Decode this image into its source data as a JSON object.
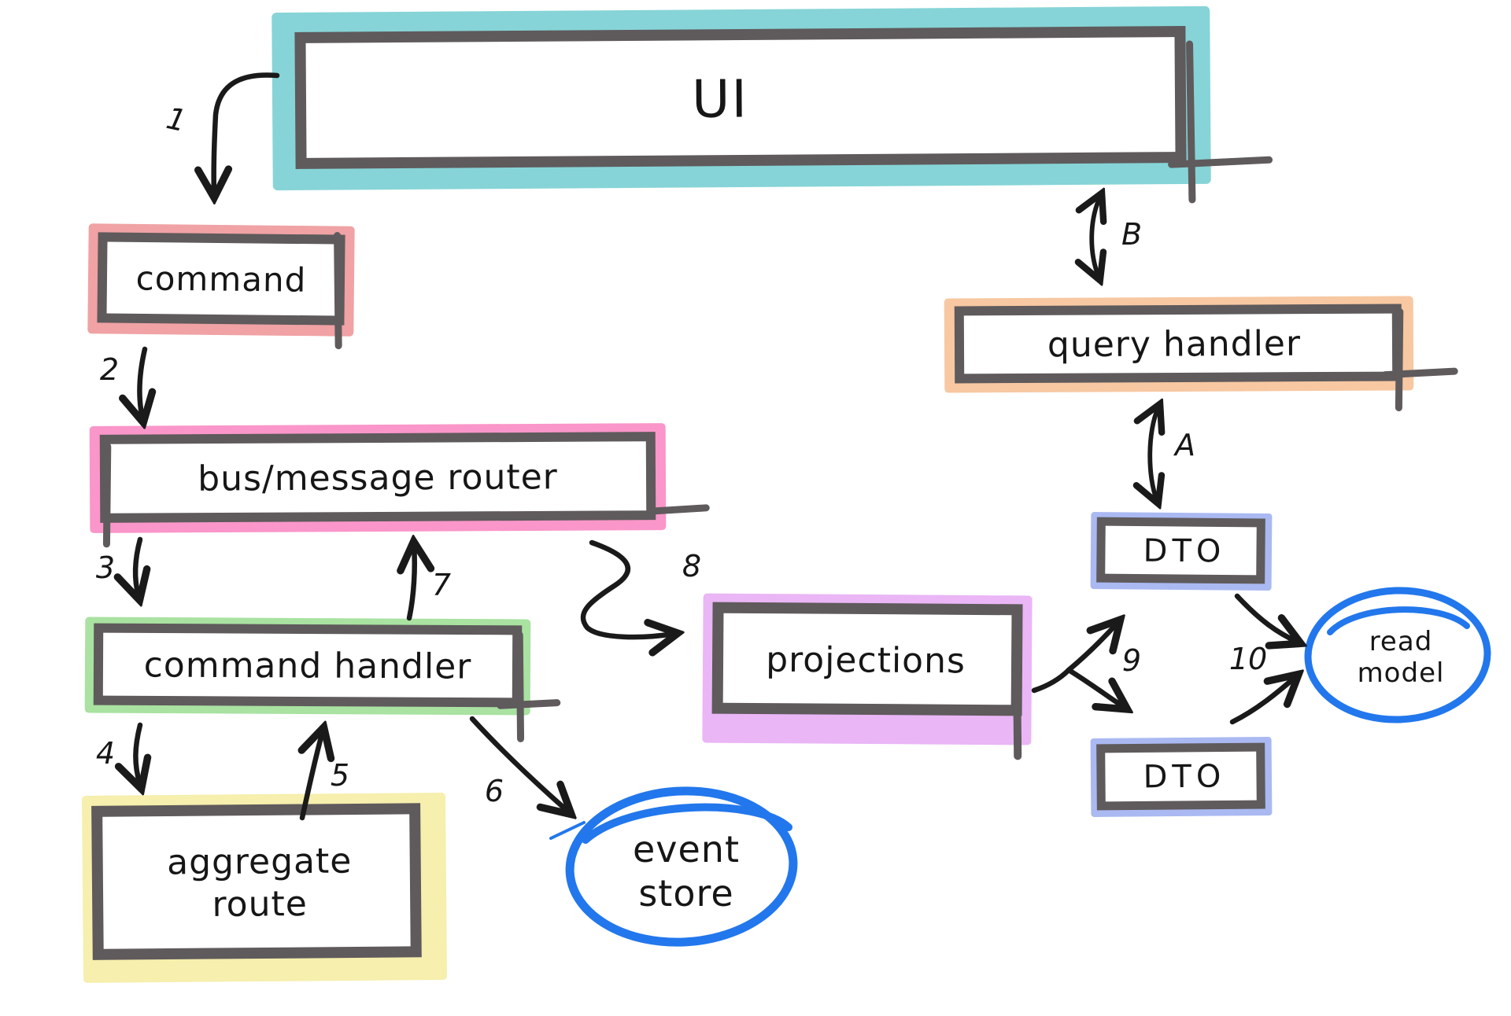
{
  "nodes": {
    "ui": {
      "label": "UI"
    },
    "command": {
      "label": "command"
    },
    "bus_message_router": {
      "label": "bus/message router"
    },
    "command_handler": {
      "label": "command handler"
    },
    "aggregate_route": {
      "line1": "aggregate",
      "line2": "route"
    },
    "event_store": {
      "line1": "event",
      "line2": "store"
    },
    "projections": {
      "label": "projections"
    },
    "query_handler": {
      "label": "query handler"
    },
    "dto_upper": {
      "label": "DTO"
    },
    "dto_lower": {
      "label": "DTO"
    },
    "read_model": {
      "line1": "read",
      "line2": "model"
    }
  },
  "arrow_labels": {
    "n1": "1",
    "n2": "2",
    "n3": "3",
    "n4": "4",
    "n5": "5",
    "n6": "6",
    "n7": "7",
    "n8": "8",
    "n9": "9",
    "n10": "10",
    "a": "A",
    "b": "B"
  },
  "colors": {
    "ui_teal": "#86d4d7",
    "command_salmon": "#f0a2a4",
    "bus_pink": "#fa96c9",
    "handler_green": "#a9e2a1",
    "aggregate_yellow": "#f6efad",
    "projections_violet": "#eab6f6",
    "query_peach": "#f7c8a2",
    "dto_periwinkle": "#aab9f2",
    "store_blue": "#2277ec",
    "box_border_gray": "#5f5a5c",
    "ink_black": "#1a1a1a",
    "canvas_white": "#ffffff"
  }
}
